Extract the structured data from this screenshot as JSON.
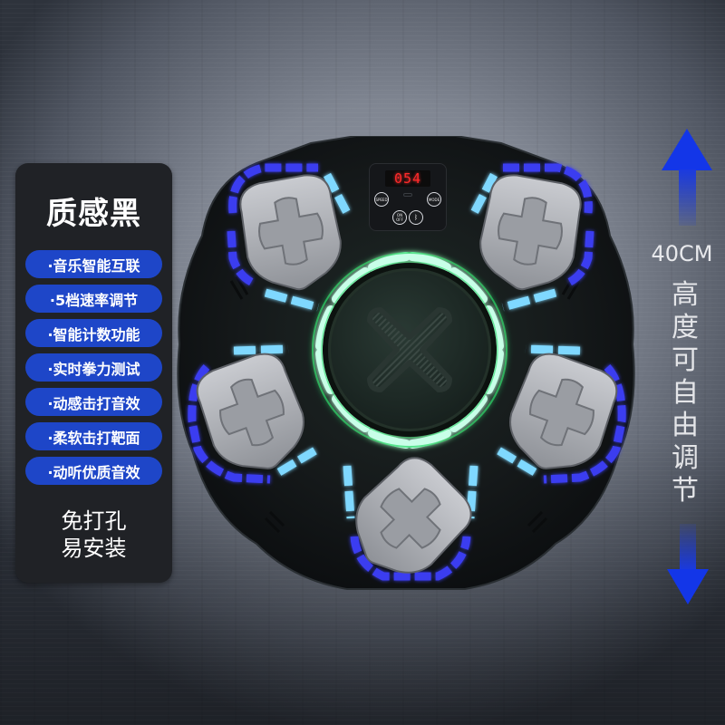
{
  "panel": {
    "title": "质感黑",
    "features": [
      "·音乐智能互联",
      "·5档速率调节",
      "·智能计数功能",
      "·实时拳力测试",
      "·动感击打音效",
      "·柔软击打靶面",
      "·动听优质音效"
    ],
    "footer_line1": "免打孔",
    "footer_line2": "易安装"
  },
  "height_indicator": {
    "label": "40CM",
    "vertical_text": [
      "高",
      "度",
      "可",
      "自",
      "由",
      "调",
      "节"
    ]
  },
  "device": {
    "display_value": "054",
    "buttons": {
      "speed": "SPEED",
      "mode": "MODE",
      "power_on": "ON",
      "power_off": "OFF"
    },
    "pads": [
      "top-left",
      "top-right",
      "left",
      "right",
      "bottom"
    ],
    "center_pad": "center"
  },
  "colors": {
    "pill_blue": "#1e46c8",
    "arrow_blue": "#1336e8",
    "led_blue": "#3a3cf0",
    "led_cyan": "#7fd8ff",
    "led_green": "#3cf07a",
    "display_red": "#ff2a2a",
    "panel_bg": "#202226"
  }
}
